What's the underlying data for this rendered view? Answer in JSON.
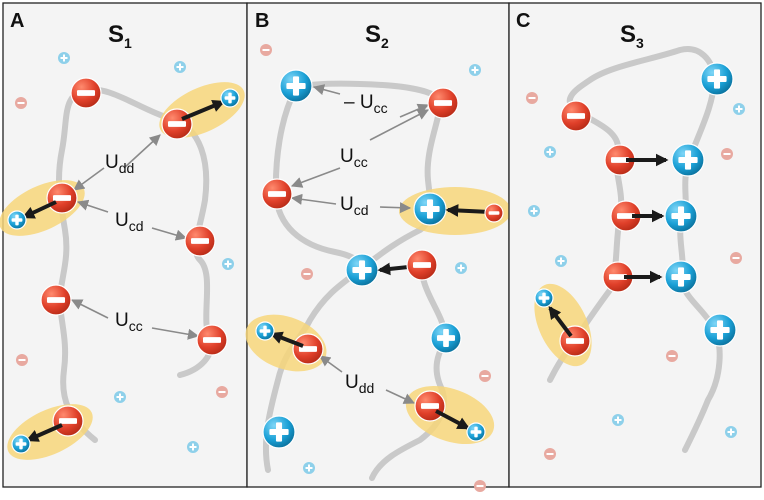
{
  "panels": [
    {
      "letter": "A",
      "title_main": "S",
      "title_sub": "1"
    },
    {
      "letter": "B",
      "title_main": "S",
      "title_sub": "2"
    },
    {
      "letter": "C",
      "title_main": "S",
      "title_sub": "3"
    }
  ],
  "labels": {
    "a_udd": {
      "main": "U",
      "sub": "dd"
    },
    "a_ucd": {
      "main": "U",
      "sub": "cd"
    },
    "a_ucc": {
      "main": "U",
      "sub": "cc"
    },
    "b_mucc": {
      "main": "– U",
      "sub": "cc"
    },
    "b_ucc": {
      "main": "U",
      "sub": "cc"
    },
    "b_ucd": {
      "main": "U",
      "sub": "cd"
    },
    "b_udd": {
      "main": "U",
      "sub": "dd"
    }
  },
  "colors": {
    "negative": "#e0402a",
    "positive": "#1aa0d6",
    "negative_ion": "#e8a9a0",
    "positive_ion": "#8ed0ea",
    "halo": "#f7d67a",
    "chain": "#c9c9c9"
  },
  "icons": {
    "negative": "minus-charge-icon",
    "positive": "plus-charge-icon"
  }
}
